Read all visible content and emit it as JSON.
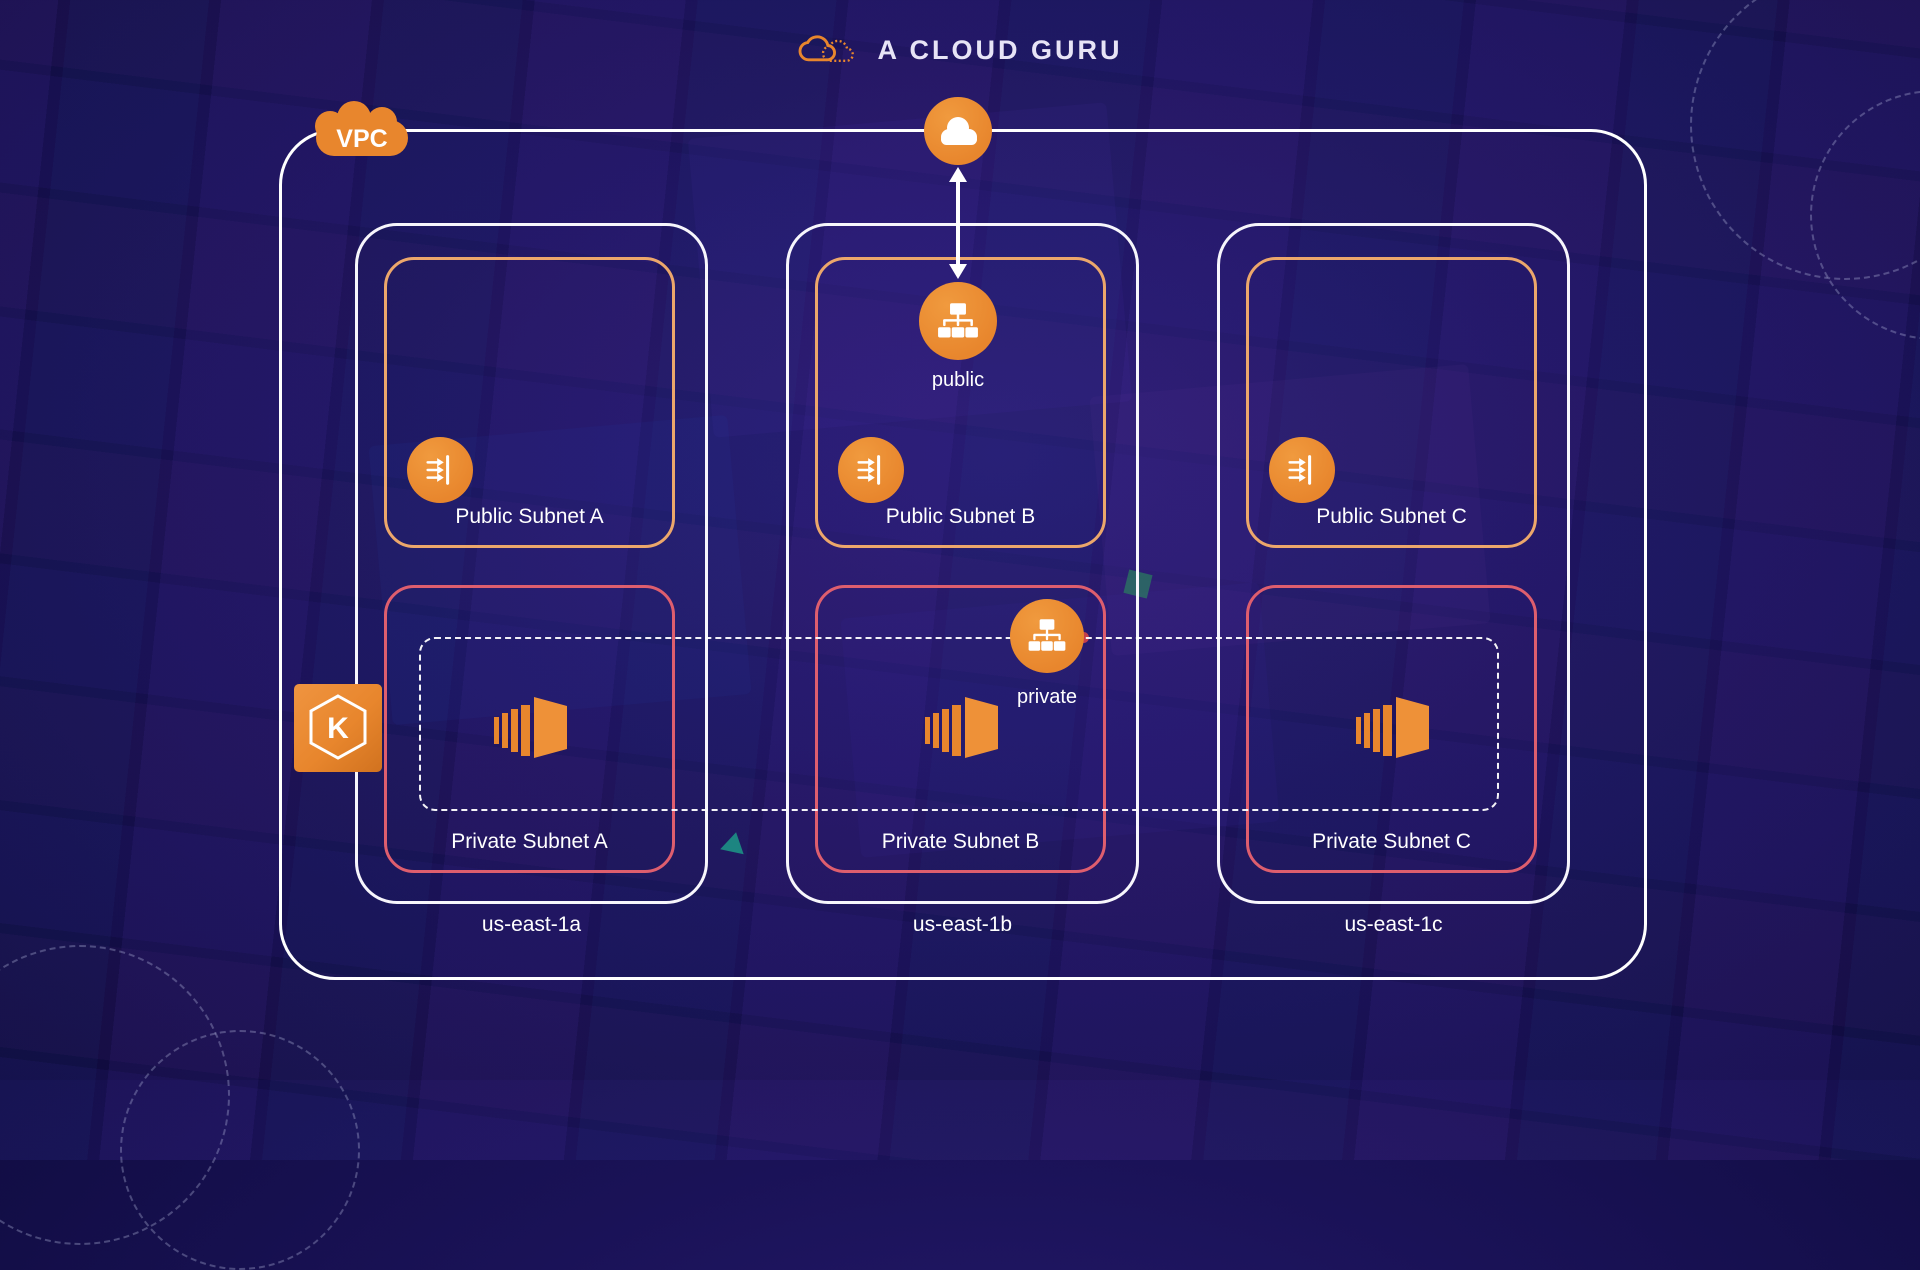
{
  "header": {
    "brand": "A CLOUD GURU"
  },
  "vpc": {
    "label": "VPC"
  },
  "route_tables": {
    "public_label": "public",
    "private_label": "private"
  },
  "eks": {
    "letter": "K"
  },
  "availability_zones": [
    {
      "name": "us-east-1a",
      "public_subnet_label": "Public Subnet A",
      "private_subnet_label": "Private Subnet A"
    },
    {
      "name": "us-east-1b",
      "public_subnet_label": "Public Subnet B",
      "private_subnet_label": "Private Subnet B"
    },
    {
      "name": "us-east-1c",
      "public_subnet_label": "Public Subnet C",
      "private_subnet_label": "Private Subnet C"
    }
  ],
  "icons": {
    "brand_logo": "acg-cloud-logo",
    "internet_gateway": "internet-gateway-cloud-icon",
    "route_table": "route-table-icon",
    "subnet": "subnet-routing-icon",
    "instances": "ec2-instances-icon",
    "eks": "eks-kubernetes-icon"
  },
  "colors": {
    "background": "#1A1257",
    "accent_orange": "#E8862D",
    "public_subnet_border": "#ECA76B",
    "private_subnet_border": "#DE5E6E",
    "zone_border": "#FFFFFF"
  }
}
